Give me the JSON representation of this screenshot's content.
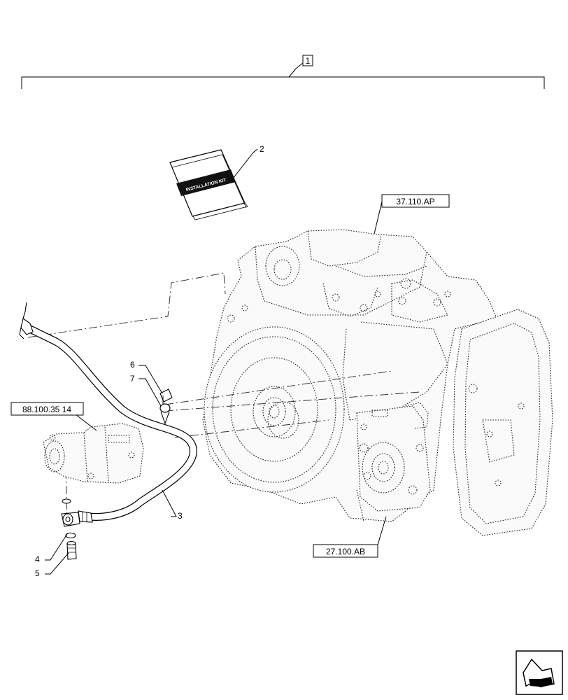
{
  "callouts": {
    "c1": "1",
    "c2": "2",
    "c3": "3",
    "c4": "4",
    "c5": "5",
    "c6": "6",
    "c7": "7"
  },
  "references": {
    "r1": "37.110.AP",
    "r2": "88.100.35 14",
    "r3": "27.100.AB"
  },
  "kit_label": "INSTALLATION KIT",
  "nav_icon": "next-page-arrow-icon"
}
